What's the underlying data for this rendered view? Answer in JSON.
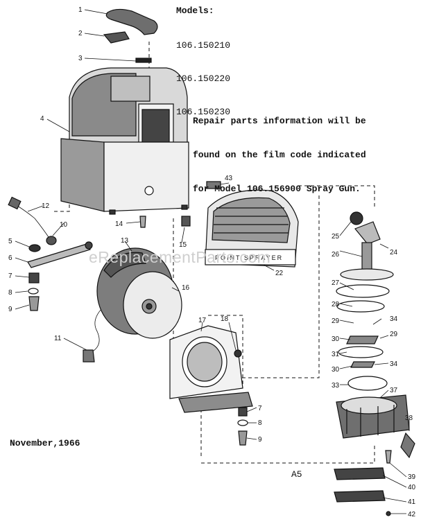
{
  "header": {
    "models_label": "Models:",
    "models": [
      "106.150210",
      "106.150220",
      "106.150230"
    ]
  },
  "note": {
    "lines": [
      "Repair parts information will be",
      "found on the film code indicated",
      "for Model 106.156900 Spray Gun."
    ]
  },
  "footer": {
    "date": "November,1966",
    "page_code": "A5"
  },
  "watermark": "eReplacementParts.com",
  "plate_text": "POINT SPRAYER",
  "part_numbers": [
    "1",
    "2",
    "3",
    "4",
    "5",
    "6",
    "7",
    "8",
    "9",
    "10",
    "11",
    "12",
    "13",
    "14",
    "15",
    "16",
    "17",
    "18",
    "22",
    "24",
    "25",
    "26",
    "27",
    "28",
    "29",
    "29",
    "30",
    "30",
    "31",
    "33",
    "34",
    "34",
    "37",
    "38",
    "39",
    "40",
    "41",
    "42",
    "43",
    "7",
    "8",
    "9"
  ]
}
